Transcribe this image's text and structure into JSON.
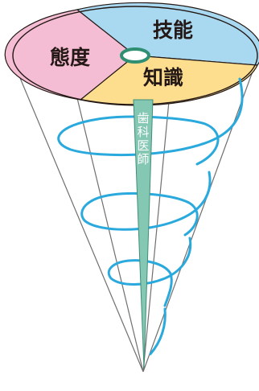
{
  "diagram": {
    "segments": [
      {
        "id": "skills",
        "label": "技能",
        "color": "#a9d9f1"
      },
      {
        "id": "attitude",
        "label": "態度",
        "color": "#f5bdd3"
      },
      {
        "id": "knowledge",
        "label": "知識",
        "color": "#fddd8e"
      }
    ],
    "axis_label": "歯科医師",
    "colors": {
      "axis_fill": "#84c7b3",
      "axis_outline": "#3f8f79",
      "spiral": "#2aa9dd",
      "cone_lines": "#6f6f6f",
      "disc_outline": "#231815",
      "hub_fill": "#ffffff",
      "hub_stroke": "#2f8f73"
    }
  }
}
